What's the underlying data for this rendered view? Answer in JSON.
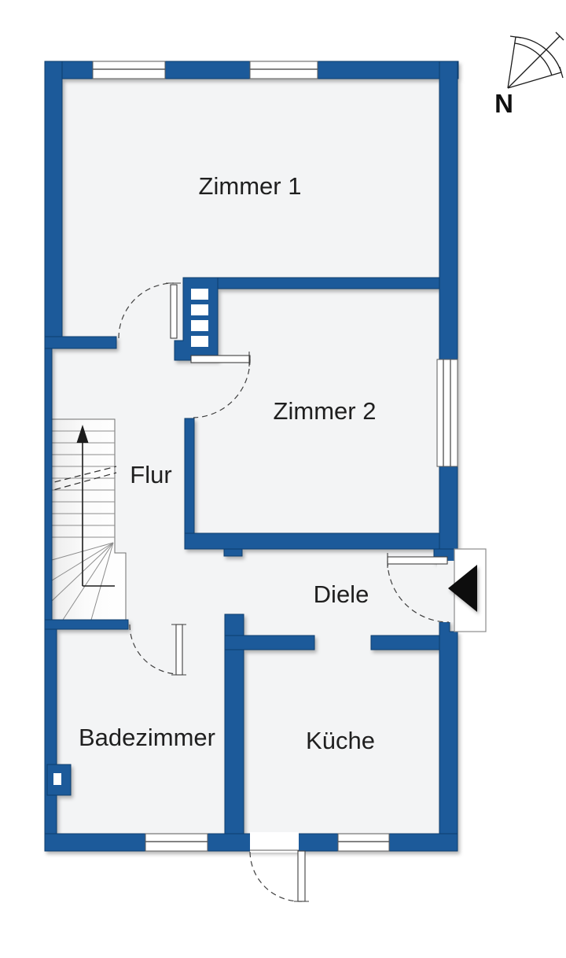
{
  "rooms": [
    {
      "id": "zimmer1",
      "label": "Zimmer 1"
    },
    {
      "id": "zimmer2",
      "label": "Zimmer 2"
    },
    {
      "id": "flur",
      "label": "Flur"
    },
    {
      "id": "diele",
      "label": "Diele"
    },
    {
      "id": "badezimmer",
      "label": "Badezimmer"
    },
    {
      "id": "kueche",
      "label": "Küche"
    }
  ],
  "compass": {
    "north_label": "N"
  },
  "colors": {
    "wall": "#1a5a9a",
    "wall_outline": "#0c3d6d",
    "floor": "#f3f4f5",
    "line": "#4a4a4a",
    "text": "#1f1f1f",
    "arrow": "#101010"
  }
}
